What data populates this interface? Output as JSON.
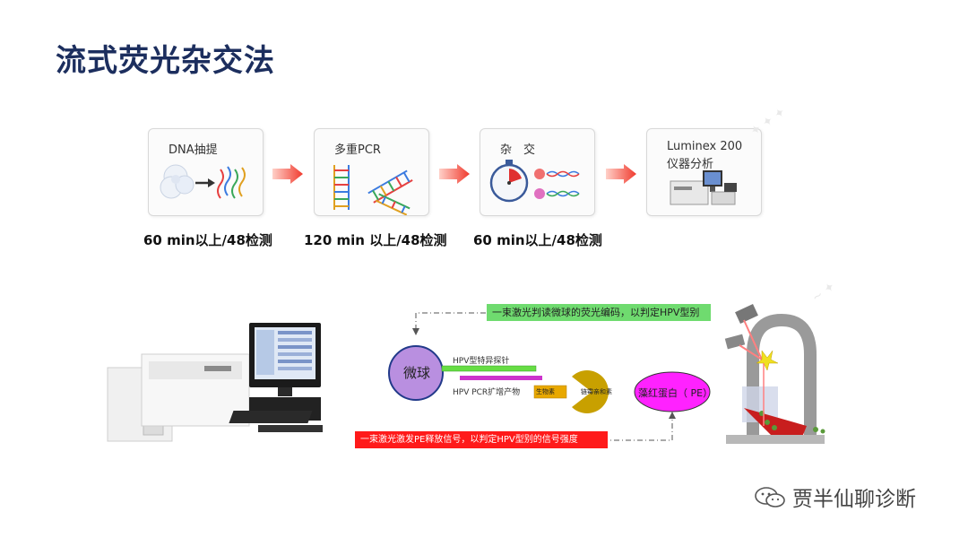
{
  "title": "流式荧光杂交法",
  "steps": [
    {
      "label": "DNA抽提",
      "time": "60 min以上/48检测"
    },
    {
      "label": "多重PCR",
      "time": "120 min 以上/48检测"
    },
    {
      "label": "杂　交",
      "time": "60 min以上/48检测"
    },
    {
      "label_line1": "Luminex 200",
      "label_line2": "仪器分析"
    }
  ],
  "diagram": {
    "microsphere": "微球",
    "probe": "HPV型特异探针",
    "pcr_product": "HPV PCR扩增产物",
    "biotin": "生物素",
    "streptavidin": "链霉亲和素",
    "pe": "藻红蛋白（ PE）",
    "note_green": "一束激光判读微球的荧光编码，以判定HPV型别",
    "note_red": "一束激光激发PE释放信号，以判定HPV型别的信号强度"
  },
  "brand": "贾半仙聊诊断",
  "colors": {
    "title": "#1c2e5e",
    "arrow": "#f03a2e",
    "microsphere": "#b98fe0",
    "pe": "#ff22ff",
    "probe": "#66dd44",
    "pcr_product": "#cc33cc",
    "streptavidin": "#c8a000",
    "note_green": "#6fdb6f",
    "note_red": "#ff1a1a"
  }
}
